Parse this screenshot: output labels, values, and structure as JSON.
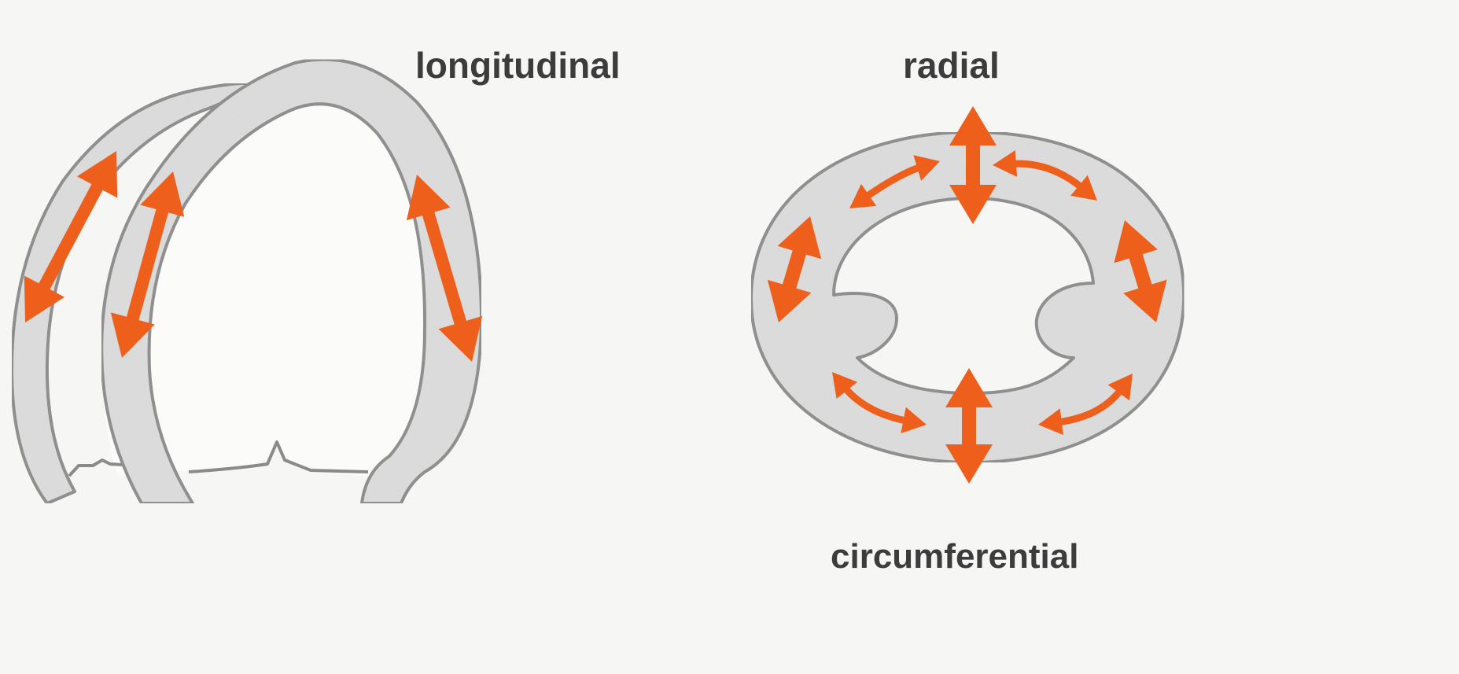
{
  "labels": {
    "longitudinal": "longitudinal",
    "radial": "radial",
    "circumferential": "circumferential"
  },
  "colors": {
    "background": "#f6f6f4",
    "wall_fill": "#dedede",
    "wall_outline": "#8a8a8a",
    "arrow": "#ee5f1c",
    "label_text": "#3c3c3c"
  },
  "figures": [
    {
      "id": "long-axis-heart",
      "label_key": "longitudinal",
      "arrow_type": "double-headed straight",
      "arrow_count": 3
    },
    {
      "id": "short-axis-ring",
      "label_keys": [
        "radial",
        "circumferential"
      ],
      "arrow_types": [
        "radial straight",
        "circumferential curved"
      ],
      "arrow_count": 8
    }
  ]
}
